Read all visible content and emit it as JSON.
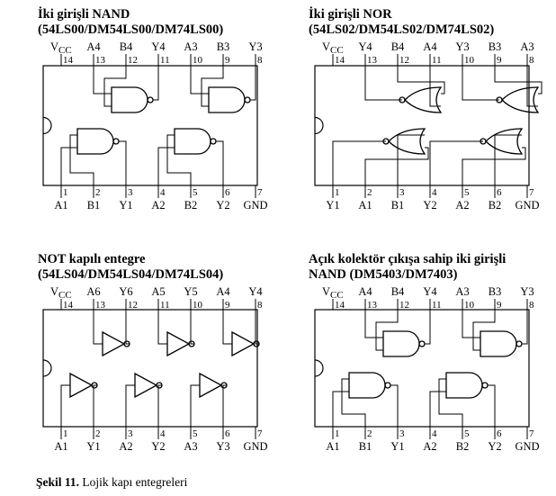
{
  "figure_caption": {
    "label": "Şekil 11.",
    "text": " Lojik kapı entegreleri"
  },
  "panels": [
    {
      "id": "nand",
      "title_lines": [
        "İki girişli NAND",
        "(54LS00/DM54LS00/DM74LS00)"
      ],
      "gate_type": "nand",
      "top_labels": [
        "V",
        "A4",
        "B4",
        "Y4",
        "A3",
        "B3",
        "Y3"
      ],
      "top_pins": [
        "14",
        "13",
        "12",
        "11",
        "10",
        "9",
        "8"
      ],
      "bottom_labels": [
        "A1",
        "B1",
        "Y1",
        "A2",
        "B2",
        "Y2",
        "GND"
      ],
      "bottom_pins": [
        "1",
        "2",
        "3",
        "4",
        "5",
        "6",
        "7"
      ],
      "vcc_sub": "CC"
    },
    {
      "id": "nor",
      "title_lines": [
        "İki girişli NOR",
        "(54LS02/DM54LS02/DM74LS02)"
      ],
      "gate_type": "nor",
      "top_labels": [
        "V",
        "Y4",
        "B4",
        "A4",
        "Y3",
        "B3",
        "A3"
      ],
      "top_pins": [
        "14",
        "13",
        "12",
        "11",
        "10",
        "9",
        "8"
      ],
      "bottom_labels": [
        "Y1",
        "A1",
        "B1",
        "Y2",
        "A2",
        "B2",
        "GND"
      ],
      "bottom_pins": [
        "1",
        "2",
        "3",
        "4",
        "5",
        "6",
        "7"
      ],
      "vcc_sub": "CC"
    },
    {
      "id": "not",
      "title_lines": [
        "NOT kapılı entegre",
        "(54LS04/DM54LS04/DM74LS04)"
      ],
      "gate_type": "not",
      "top_labels": [
        "V",
        "A6",
        "Y6",
        "A5",
        "Y5",
        "A4",
        "Y4"
      ],
      "top_pins": [
        "14",
        "13",
        "12",
        "11",
        "10",
        "9",
        "8"
      ],
      "bottom_labels": [
        "A1",
        "Y1",
        "A2",
        "Y2",
        "A3",
        "Y3",
        "GND"
      ],
      "bottom_pins": [
        "1",
        "2",
        "3",
        "4",
        "5",
        "6",
        "7"
      ],
      "vcc_sub": "CC"
    },
    {
      "id": "oc-nand",
      "title_lines": [
        "Açık kolektör çıkışa sahip iki girişli",
        "NAND (DM5403/DM7403)"
      ],
      "gate_type": "nand",
      "top_labels": [
        "V",
        "A4",
        "B4",
        "Y4",
        "A3",
        "B3",
        "Y3"
      ],
      "top_pins": [
        "14",
        "13",
        "12",
        "11",
        "10",
        "9",
        "8"
      ],
      "bottom_labels": [
        "A1",
        "B1",
        "Y1",
        "A2",
        "B2",
        "Y2",
        "GND"
      ],
      "bottom_pins": [
        "1",
        "2",
        "3",
        "4",
        "5",
        "6",
        "7"
      ],
      "vcc_sub": "CC"
    }
  ]
}
